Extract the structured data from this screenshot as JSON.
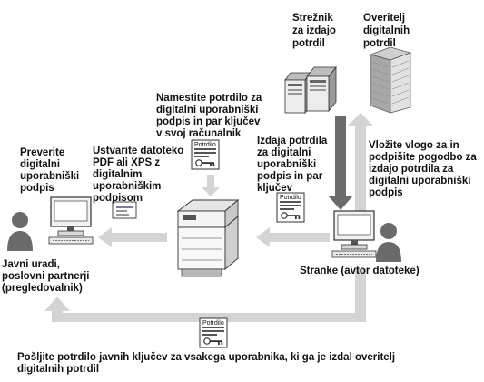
{
  "labels": {
    "ca_server": [
      "Strežnik",
      "za izdajo",
      "potrdil"
    ],
    "ca_authority": [
      "Overitelj",
      "digitalnih",
      "potrdil"
    ],
    "install": [
      "Namestite potrdilo za",
      "digitalni uporabniški",
      "podpis in par ključev",
      "v svoj računalnik"
    ],
    "verify": [
      "Preverite",
      "digitalni",
      "uporabniški",
      "podpis"
    ],
    "create": [
      "Ustvarite datoteko",
      "PDF ali XPS z",
      "digitalnim",
      "uporabniškim",
      "podpisom"
    ],
    "issue": [
      "Izdaja potrdila",
      "za digitalni",
      "uporabniški",
      "podpis in par",
      "ključev"
    ],
    "apply": [
      "Vložite vlogo za in",
      "podpišite pogodbo za",
      "izdajo potrdila za",
      "digitalni uporabniški",
      "podpis"
    ],
    "offices": [
      "Javni uradi,",
      "poslovni partnerji",
      "(pregledovalnik)"
    ],
    "client": "Stranke (avtor datoteke)",
    "send_public_key": [
      "Pošljite potrdilo javnih ključev za vsakega uporabnika, ki ga je izdal overitelj",
      "digitalnih potrdil"
    ]
  },
  "certificate": {
    "title": "Potrdilo"
  },
  "colors": {
    "arrow_light": "#d4d4d4",
    "arrow_dark": "#6b6b6b",
    "text": "#111111"
  }
}
